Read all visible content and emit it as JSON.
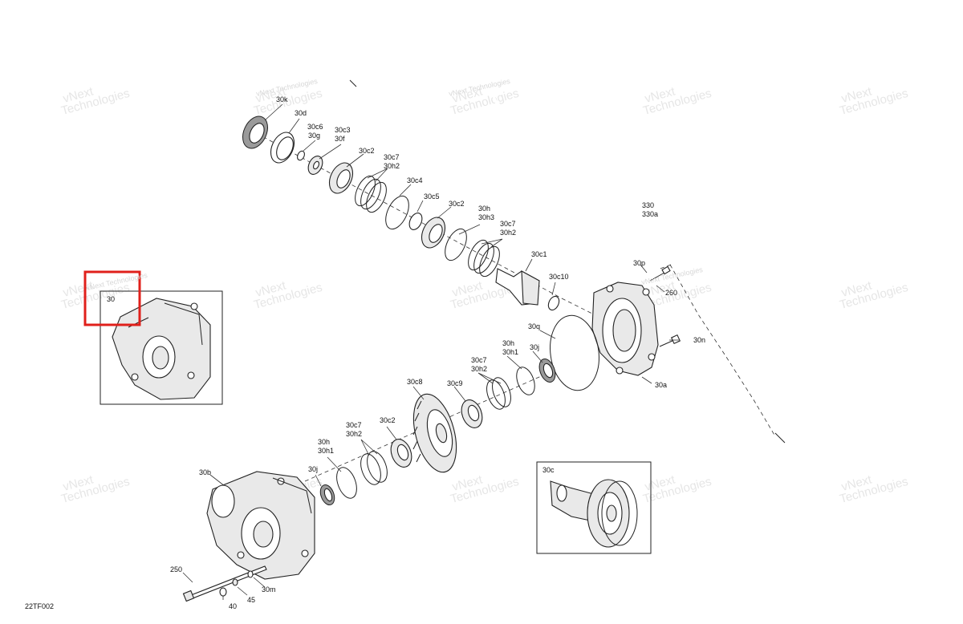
{
  "diagram": {
    "reference_code": "22TF002",
    "watermark_lines": [
      "vNext",
      "Technologies"
    ],
    "watermark_small": "vNext Technologies",
    "highlight_color": "#e0201b",
    "labels": {
      "l30k": "30k",
      "l30d": "30d",
      "l30c6": "30c6",
      "l30g": "30g",
      "l30c3": "30c3",
      "l30f": "30f",
      "l30c2a": "30c2",
      "l30c7a": "30c7",
      "l30h2a": "30h2",
      "l30c4": "30c4",
      "l30c5": "30c5",
      "l30c2b": "30c2",
      "l30ha": "30h",
      "l30h3": "30h3",
      "l30c7b": "30c7",
      "l30h2b": "30h2",
      "l30c1": "30c1",
      "l30c10": "30c10",
      "l330": "330",
      "l330a": "330a",
      "l30p": "30p",
      "l260": "260",
      "l30n": "30n",
      "l30a": "30a",
      "l30q": "30q",
      "l30hb": "30h",
      "l30h1a": "30h1",
      "l30ja": "30j",
      "l30c7c": "30c7",
      "l30h2c": "30h2",
      "l30c8": "30c8",
      "l30c9": "30c9",
      "l30c7d": "30c7",
      "l30h2d": "30h2",
      "l30c2c": "30c2",
      "l30hc": "30h",
      "l30h1b": "30h1",
      "l30jb": "30j",
      "l30b": "30b",
      "l250": "250",
      "l40": "40",
      "l45": "45",
      "l30m": "30m",
      "l30": "30",
      "l30c": "30c"
    }
  }
}
